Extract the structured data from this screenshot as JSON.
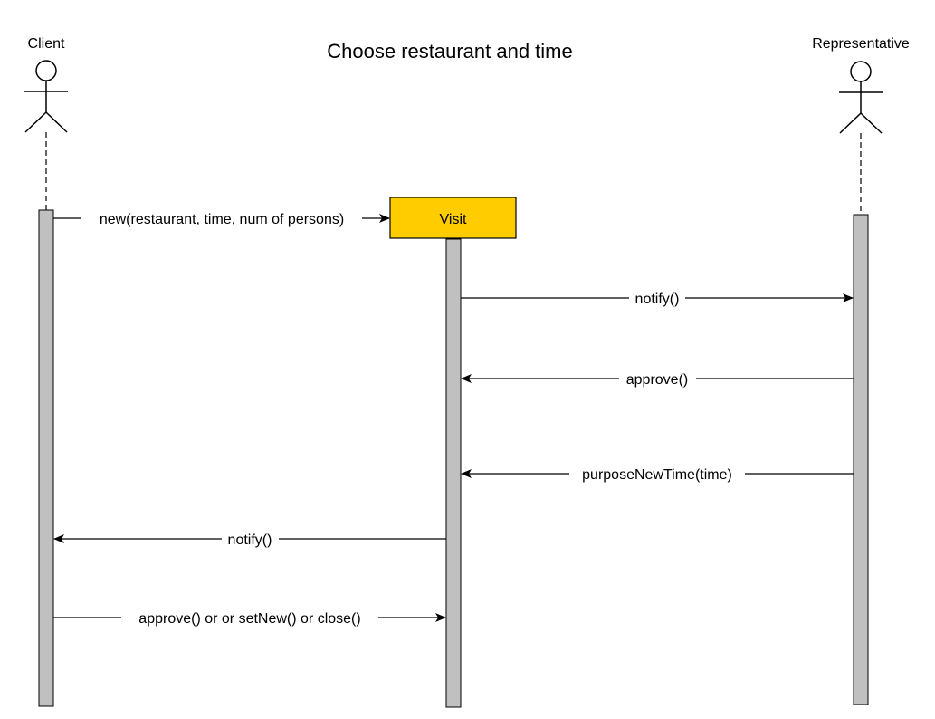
{
  "diagram": {
    "title": "Choose restaurant and time",
    "actors": {
      "client": {
        "label": "Client"
      },
      "representative": {
        "label": "Representative"
      }
    },
    "object": {
      "label": "Visit",
      "fill": "#FFCC00"
    },
    "activation_fill": "#C0C0C0",
    "messages": [
      {
        "id": "new",
        "label": "new(restaurant, time, num of persons)",
        "from": "client",
        "to": "visit"
      },
      {
        "id": "notify-rep",
        "label": "notify()",
        "from": "visit",
        "to": "representative"
      },
      {
        "id": "approve-rep",
        "label": "approve()",
        "from": "representative",
        "to": "visit"
      },
      {
        "id": "purpose-new-time",
        "label": "purposeNewTime(time)",
        "from": "representative",
        "to": "visit"
      },
      {
        "id": "notify-client",
        "label": "notify()",
        "from": "visit",
        "to": "client"
      },
      {
        "id": "client-response",
        "label": "approve() or or setNew() or close()",
        "from": "client",
        "to": "visit"
      }
    ]
  }
}
